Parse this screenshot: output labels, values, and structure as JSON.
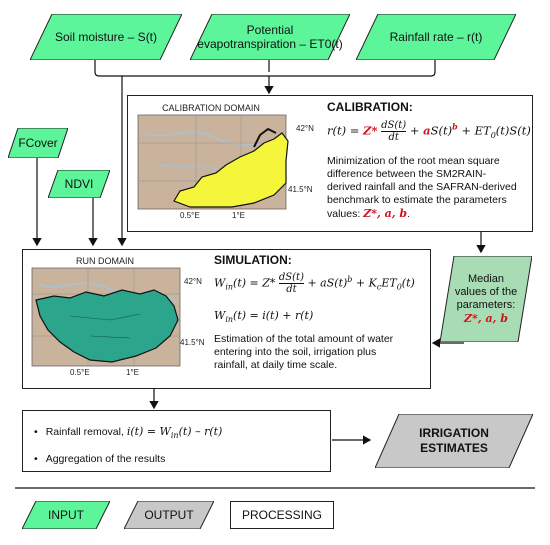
{
  "inputs": {
    "soil_moisture": "Soil moisture – S(t)",
    "evapo_line1": "Potential",
    "evapo_line2": "evapotranspiration – ET0(t)",
    "rainfall_rate": "Rainfall rate – r(t)",
    "fcover": "FCover",
    "ndvi": "NDVI"
  },
  "calibration": {
    "map_title": "CALIBRATION DOMAIN",
    "lat_top": "42°N",
    "lat_bottom": "41.5°N",
    "lon_left": "0.5°E",
    "lon_right": "1°E",
    "heading": "CALIBRATION:",
    "desc_line1": "Minimization of the root mean square",
    "desc_line2": "difference between the SM2RAIN-",
    "desc_line3": "derived rainfall and the SAFRAN-derived",
    "desc_line4": "benchmark to estimate the parameters",
    "desc_line5": "values:"
  },
  "simulation": {
    "map_title": "RUN DOMAIN",
    "lat_top": "42°N",
    "lat_bottom": "41.5°N",
    "lon_left": "0.5°E",
    "lon_right": "1°E",
    "heading": "SIMULATION:",
    "desc_line1": "Estimation of the total amount of water",
    "desc_line2": "entering into the soil, irrigation plus",
    "desc_line3": "rainfall, at daily time scale."
  },
  "median": {
    "line1": "Median",
    "line2": "values of the",
    "line3": "parameters:"
  },
  "processing": {
    "step1": "Rainfall removal,",
    "step2": "Aggregation of the results"
  },
  "output": {
    "line1": "IRRIGATION",
    "line2": "ESTIMATES"
  },
  "legend": {
    "input": "INPUT",
    "output": "OUTPUT",
    "processing": "PROCESSING"
  },
  "colors": {
    "input_fill": "#5cf59a",
    "output_fill": "#c8c8c8",
    "median_fill": "#a8dcb4",
    "map_land": "#c9b39d",
    "calib_region": "#f5f53c",
    "run_region": "#2ba58c",
    "accent_red": "#d0121b"
  }
}
